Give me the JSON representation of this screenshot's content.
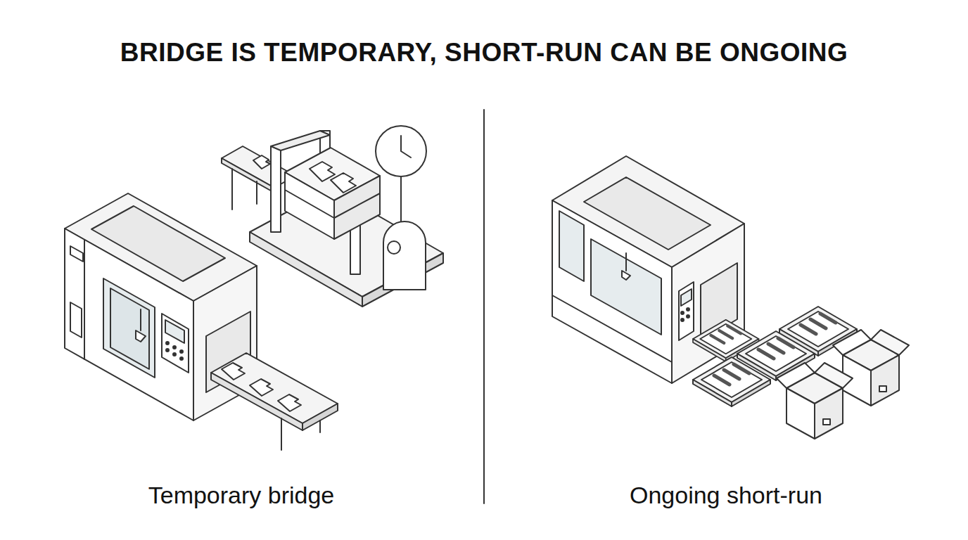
{
  "diagram": {
    "title": "BRIDGE IS TEMPORARY, SHORT-RUN CAN BE ONGOING",
    "labels": [
      "Temporary bridge",
      "Ongoing short-run"
    ]
  }
}
